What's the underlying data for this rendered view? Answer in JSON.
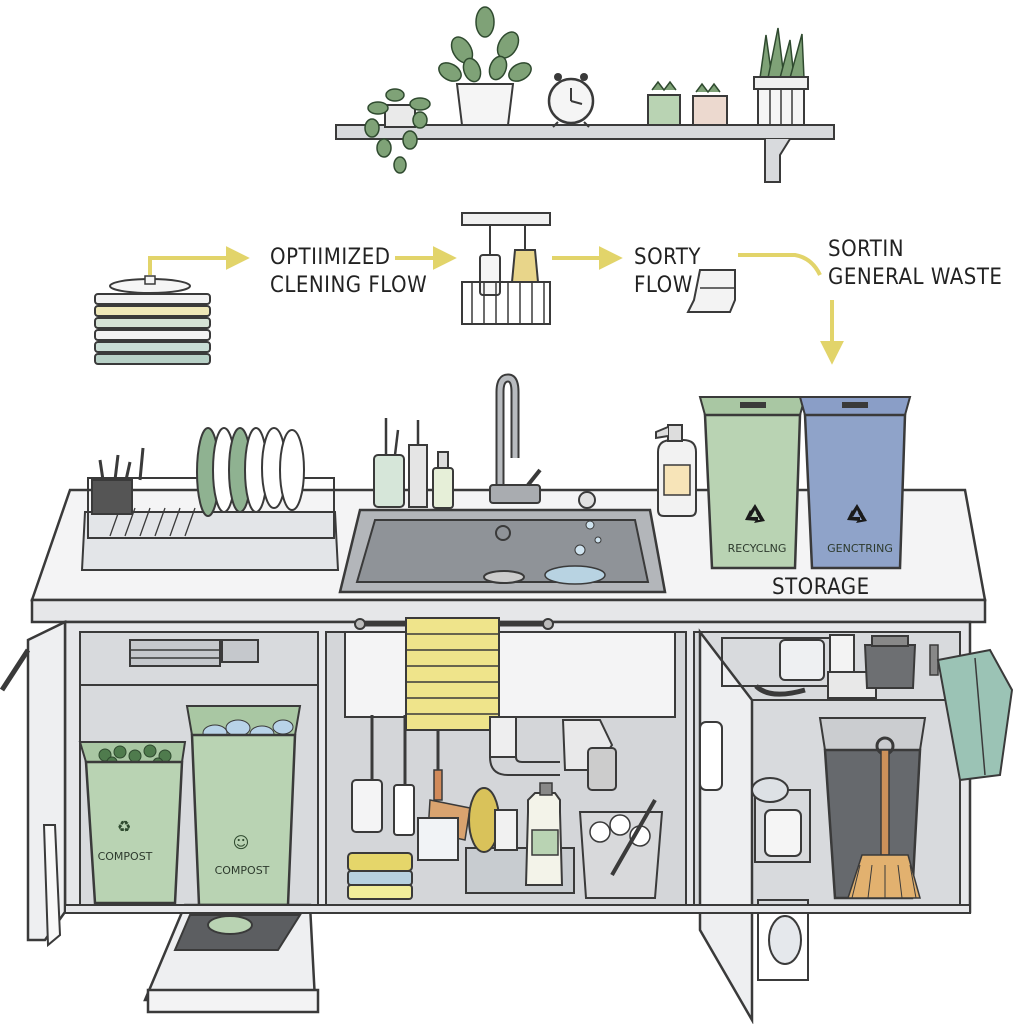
{
  "flow": {
    "optimized": [
      "OPTIIMIZED",
      "CLENING FLOW"
    ],
    "sorty": [
      "SORTY",
      "FLOW"
    ],
    "sortin": [
      "SORTIN",
      "GENERAL WASTE"
    ]
  },
  "bins": {
    "recycling": "RECYCLNG",
    "general": "GENCTRING",
    "compost_left": "COMPOST",
    "compost_right": "COMPOST"
  },
  "storage_label": "STORAGE",
  "colors": {
    "outline": "#3a3a3a",
    "arrow_yellow": "#e8dc7a",
    "bin_green": "#b9d3b3",
    "bin_blue": "#8fa3c9",
    "towel_yellow": "#efe48b",
    "cabinet_gray": "#e9eaec",
    "interior_gray": "#d4d6d9",
    "sink_gray": "#9fa3a8",
    "plant_green": "#6e9a6a"
  },
  "icons": [
    "recycle-icon",
    "clock-icon",
    "faucet-icon",
    "plant-icon",
    "brush-icon",
    "spray-bottle-icon"
  ]
}
